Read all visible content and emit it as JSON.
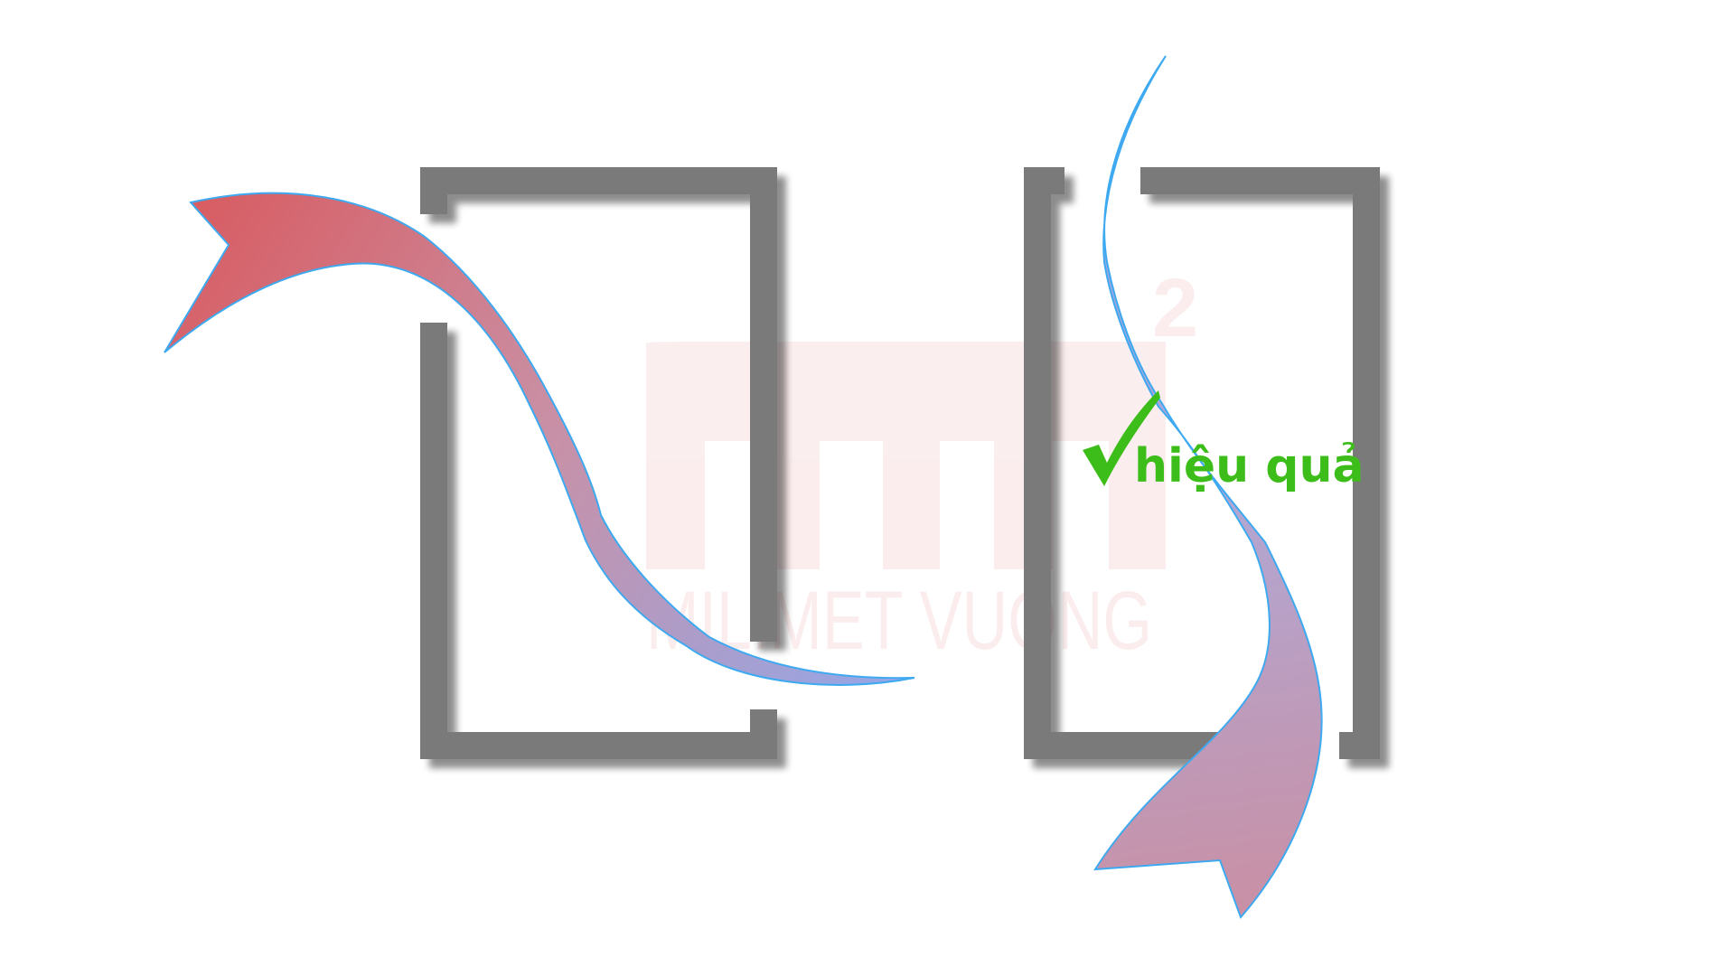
{
  "diagram": {
    "label": "hiệu quả",
    "watermark": {
      "logo_mark": "mm",
      "superscript": "2",
      "text": "MILIMET VUONG"
    },
    "icons": {
      "check": "check-icon"
    },
    "colors": {
      "background": "#ffffff",
      "frame": "#7a7a7a",
      "frame_shadow": "#b8b8b8",
      "arrow_red": "#d9595e",
      "arrow_pink": "#c990a5",
      "arrow_lavender": "#b0a8d5",
      "arrow_blue": "#92a8ea",
      "arrow_outline": "#3da9f0",
      "label_green": "#3dbd1a",
      "watermark": "#fbecec"
    }
  }
}
